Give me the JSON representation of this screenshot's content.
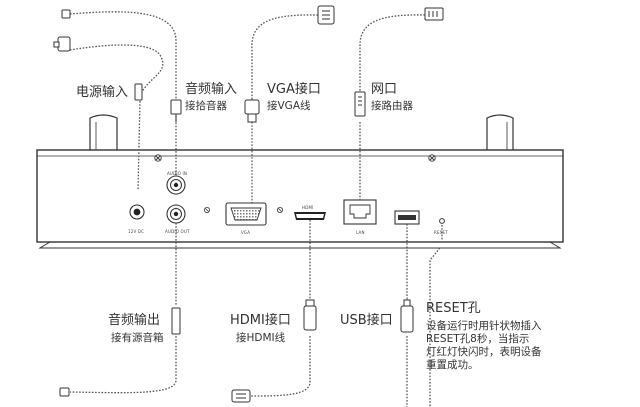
{
  "labels": {
    "power": {
      "title": "电源输入"
    },
    "audio_in": {
      "title": "音频输入",
      "sub": "接拾音器"
    },
    "vga": {
      "title": "VGA接口",
      "sub": "接VGA线"
    },
    "lan": {
      "title": "网口",
      "sub": "接路由器"
    },
    "audio_out": {
      "title": "音频输出",
      "sub": "接有源音箱"
    },
    "hdmi": {
      "title": "HDMI接口",
      "sub": "接HDMI线"
    },
    "usb": {
      "title": "USB接口"
    },
    "reset": {
      "title": "RESET孔",
      "note": [
        "设备运行时用针状物插入",
        "RESET孔8秒，当指示",
        "灯红灯快闪时，表明设备",
        "重置成功。"
      ]
    }
  },
  "port_labels": {
    "dc": "12V DC",
    "audio_in": "AUDIO IN",
    "audio_out": "AUDIO OUT",
    "vga": "VGA",
    "hdmi": "HDMI",
    "lan": "LAN",
    "reset": "RESET"
  },
  "colors": {
    "line": "#333333",
    "panel_fill": "#ffffff",
    "text": "#333333"
  }
}
